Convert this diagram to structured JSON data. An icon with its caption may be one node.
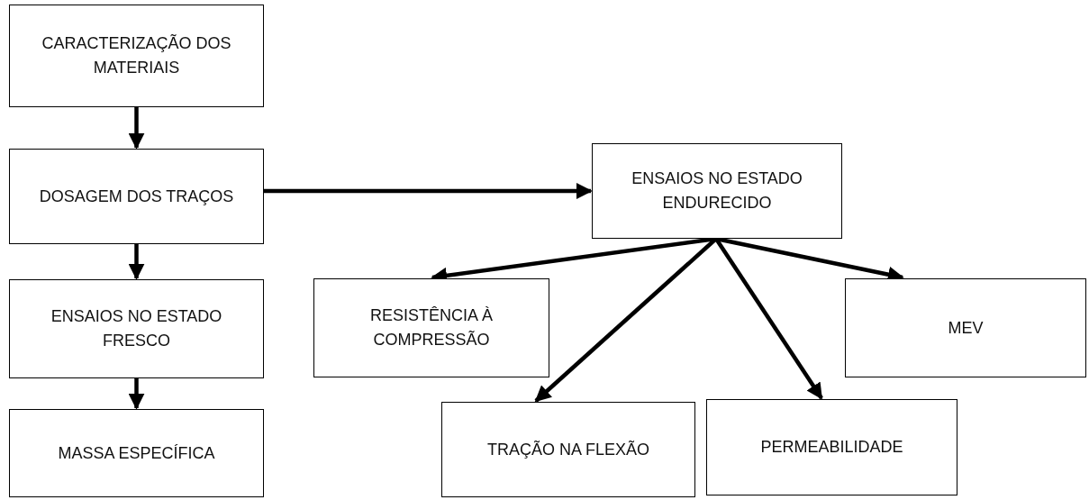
{
  "diagram": {
    "nodes": [
      {
        "text": [
          "CARACTERIZAÇÃO DOS MATERIAIS"
        ]
      },
      {
        "text": [
          "DOSAGEM DOS TRAÇOS"
        ]
      },
      {
        "text": [
          "ENSAIOS NO ESTADO FRESCO"
        ]
      },
      {
        "text": [
          "MASSA ESPECÍFICA"
        ]
      },
      {
        "text": [
          "ENSAIOS NO ESTADO ENDURECIDO"
        ]
      },
      {
        "text": [
          "RESISTÊNCIA À COMPRESSÃO"
        ]
      },
      {
        "text": [
          "TRAÇÃO NA FLEXÃO"
        ]
      },
      {
        "text": [
          "PERMEABILIDADE"
        ]
      },
      {
        "text": [
          "MEV"
        ]
      }
    ],
    "edges": [
      {
        "from": 0,
        "to": 1,
        "arrow": "to"
      },
      {
        "from": 1,
        "to": 2,
        "arrow": "to"
      },
      {
        "from": 2,
        "to": 3,
        "arrow": "to"
      },
      {
        "from": 1,
        "to": 4,
        "arrow": "to"
      },
      {
        "from": 4,
        "to": 5,
        "arrow": "to"
      },
      {
        "from": 4,
        "to": 6,
        "arrow": "to"
      },
      {
        "from": 4,
        "to": 7,
        "arrow": "to"
      },
      {
        "from": 4,
        "to": 8,
        "arrow": "to"
      }
    ]
  }
}
